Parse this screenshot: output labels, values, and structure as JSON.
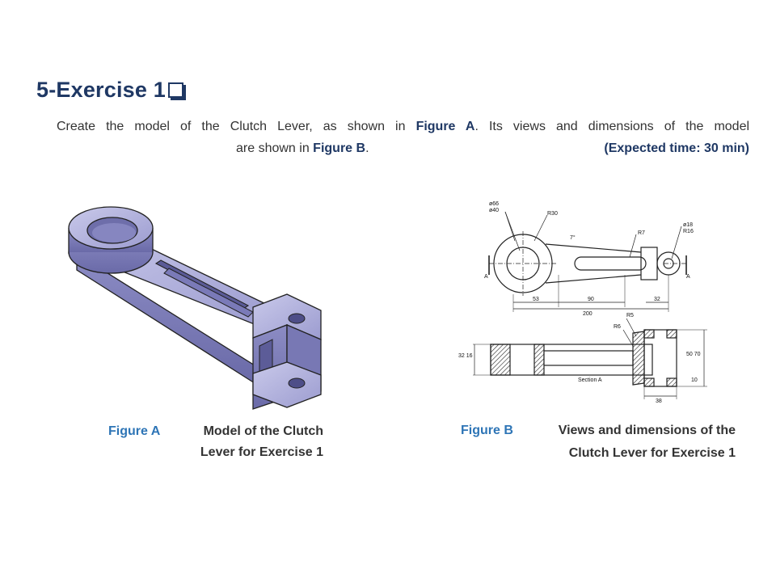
{
  "title": "5-Exercise 1",
  "description": {
    "part1": "Create the model of the Clutch Lever, as shown in ",
    "figA_ref": "Figure A",
    "part2": ". Its views and  dimensions of the model",
    "part3": "are shown in ",
    "figB_ref": "Figure B",
    "part4": ".",
    "expected_time": "(Expected time: 30 min)"
  },
  "figure_a": {
    "label": "Figure A",
    "caption_line1": "Model of the Clutch",
    "caption_line2": "Lever for Exercise 1"
  },
  "figure_b": {
    "label": "Figure B",
    "caption_line1": "Views and dimensions of the",
    "caption_line2": "Clutch Lever  for Exercise 1",
    "dims": {
      "d66": "ø66",
      "d40": "ø40",
      "r30": "R30",
      "r7": "R7",
      "d18": "ø18",
      "r16": "R16",
      "angle": "7°",
      "d53": "53",
      "d90": "90",
      "d32": "32",
      "d200": "200",
      "r5": "R5",
      "r6": "R6",
      "d32_16": "32 16",
      "d50_70": "50 70",
      "d10": "10",
      "d38": "38",
      "section": "Section A",
      "a_left": "A",
      "a_right": "A"
    }
  }
}
